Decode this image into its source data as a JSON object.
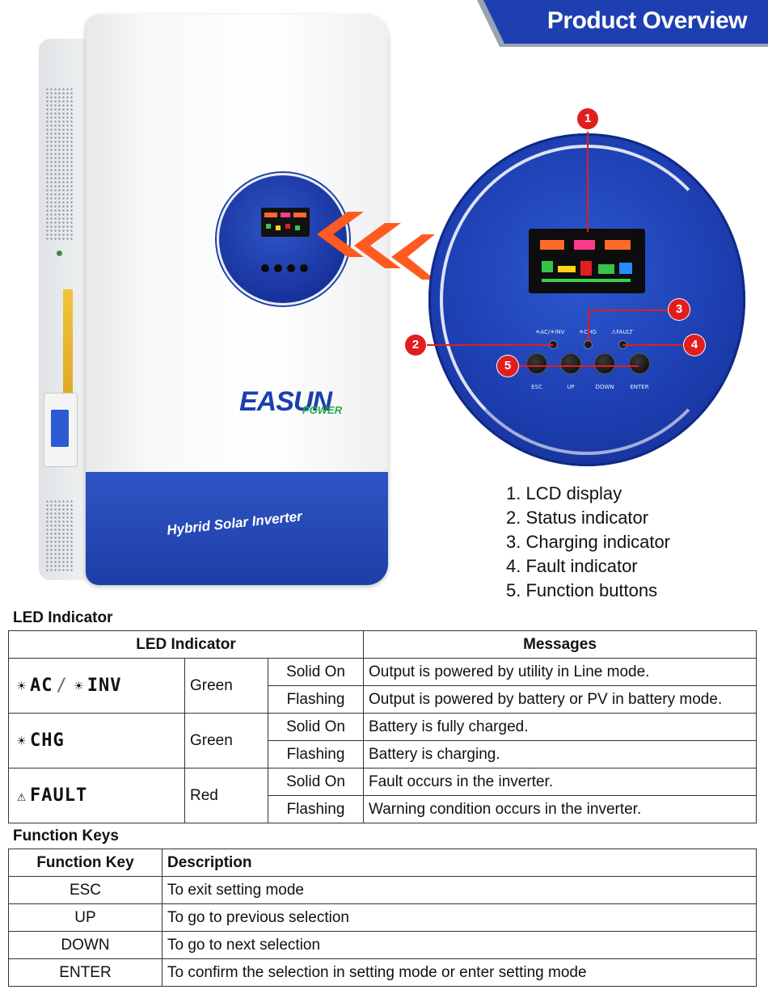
{
  "banner": {
    "title": "Product Overview",
    "bg_color": "#1d3fb0"
  },
  "product": {
    "brand": "EASUN",
    "brand_sub": "POWER",
    "label": "Hybrid Solar Inverter"
  },
  "zoom_panel": {
    "indicators": [
      {
        "label": "☀AC/☀INV"
      },
      {
        "label": "☀CHG"
      },
      {
        "label": "⚠FAULT"
      }
    ],
    "keys": [
      {
        "label": "ESC"
      },
      {
        "label": "UP"
      },
      {
        "label": "DOWN"
      },
      {
        "label": "ENTER"
      }
    ],
    "callouts": [
      "1",
      "2",
      "3",
      "4",
      "5"
    ]
  },
  "legend": [
    "1. LCD display",
    "2. Status indicator",
    "3. Charging indicator",
    "4. Fault indicator",
    "5. Function buttons"
  ],
  "led_section": {
    "title": "LED Indicator",
    "headers": {
      "indicator": "LED Indicator",
      "messages": "Messages"
    },
    "rows": [
      {
        "name_parts": [
          "AC",
          "/",
          "INV"
        ],
        "color": "Green",
        "states": [
          {
            "state": "Solid On",
            "message": "Output is powered by utility in Line mode."
          },
          {
            "state": "Flashing",
            "message": "Output is powered by battery or PV in battery mode."
          }
        ]
      },
      {
        "name_parts": [
          "CHG"
        ],
        "color": "Green",
        "states": [
          {
            "state": "Solid On",
            "message": "Battery is fully charged."
          },
          {
            "state": "Flashing",
            "message": "Battery is charging."
          }
        ]
      },
      {
        "name_parts": [
          "FAULT"
        ],
        "color": "Red",
        "states": [
          {
            "state": "Solid On",
            "message": "Fault occurs in the inverter."
          },
          {
            "state": "Flashing",
            "message": "Warning condition occurs in the inverter."
          }
        ]
      }
    ]
  },
  "function_section": {
    "title": "Function Keys",
    "headers": {
      "key": "Function Key",
      "description": "Description"
    },
    "rows": [
      {
        "key": "ESC",
        "description": "To exit setting mode"
      },
      {
        "key": "UP",
        "description": "To go to previous selection"
      },
      {
        "key": "DOWN",
        "description": "To go to next selection"
      },
      {
        "key": "ENTER",
        "description": "To confirm the selection in setting mode or enter setting mode"
      }
    ]
  },
  "colors": {
    "brand_blue": "#1d3fb0",
    "callout_red": "#e21d1d",
    "arrow_orange": "#ff5a1f"
  }
}
